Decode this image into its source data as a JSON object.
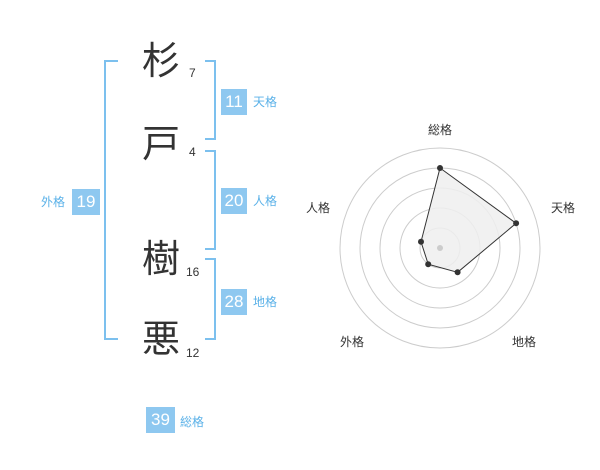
{
  "characters": [
    {
      "char": "杉",
      "strokes": "7"
    },
    {
      "char": "戸",
      "strokes": "4"
    },
    {
      "char": "樹",
      "strokes": "16"
    },
    {
      "char": "悪",
      "strokes": "12"
    }
  ],
  "fortunes": {
    "tenkaku": {
      "label": "天格",
      "value": "11"
    },
    "jinkaku": {
      "label": "人格",
      "value": "20"
    },
    "chikaku": {
      "label": "地格",
      "value": "28"
    },
    "gaikaku": {
      "label": "外格",
      "value": "19"
    },
    "soukaku": {
      "label": "総格",
      "value": "39"
    }
  },
  "colors": {
    "accent": "#8ec8f0",
    "accent_text": "#5ab1e8",
    "bracket": "#7cc0ee",
    "ring": "#cccccc",
    "fill": "#eeeeee"
  },
  "chart_data": {
    "type": "radar",
    "axes": [
      "総格",
      "天格",
      "地格",
      "外格",
      "人格"
    ],
    "values": [
      4,
      4,
      1.5,
      1,
      1
    ],
    "max": 5,
    "rings": 5
  }
}
